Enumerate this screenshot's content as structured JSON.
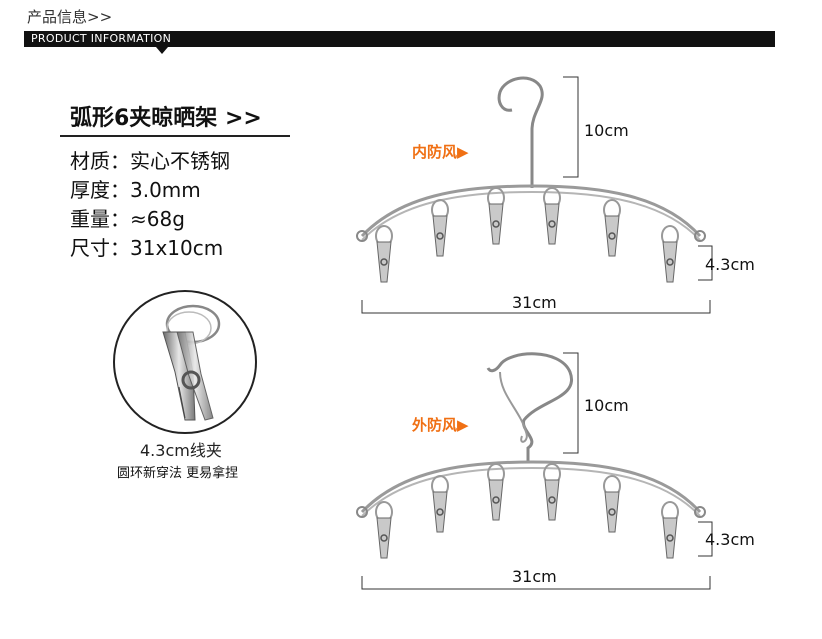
{
  "header": {
    "cn_title": "产品信息>>",
    "en_title": "PRODUCT INFORMATION"
  },
  "product": {
    "title": "弧形6夹晾晒架 >>",
    "specs": [
      "材质：实心不锈钢",
      "厚度：3.0mm",
      "重量：≈68g",
      "尺寸：31x10cm"
    ]
  },
  "clip_detail": {
    "caption": "4.3cm线夹",
    "subcaption": "圆环新穿法 更易拿捏"
  },
  "hangers": [
    {
      "name": "内防风▶",
      "hook_height": "10cm",
      "clip_height": "4.3cm",
      "width": "31cm"
    },
    {
      "name": "外防风▶",
      "hook_height": "10cm",
      "clip_height": "4.3cm",
      "width": "31cm"
    }
  ],
  "colors": {
    "accent": "#f07014",
    "header_bar": "#111111",
    "metal": "#9a9a9a"
  }
}
